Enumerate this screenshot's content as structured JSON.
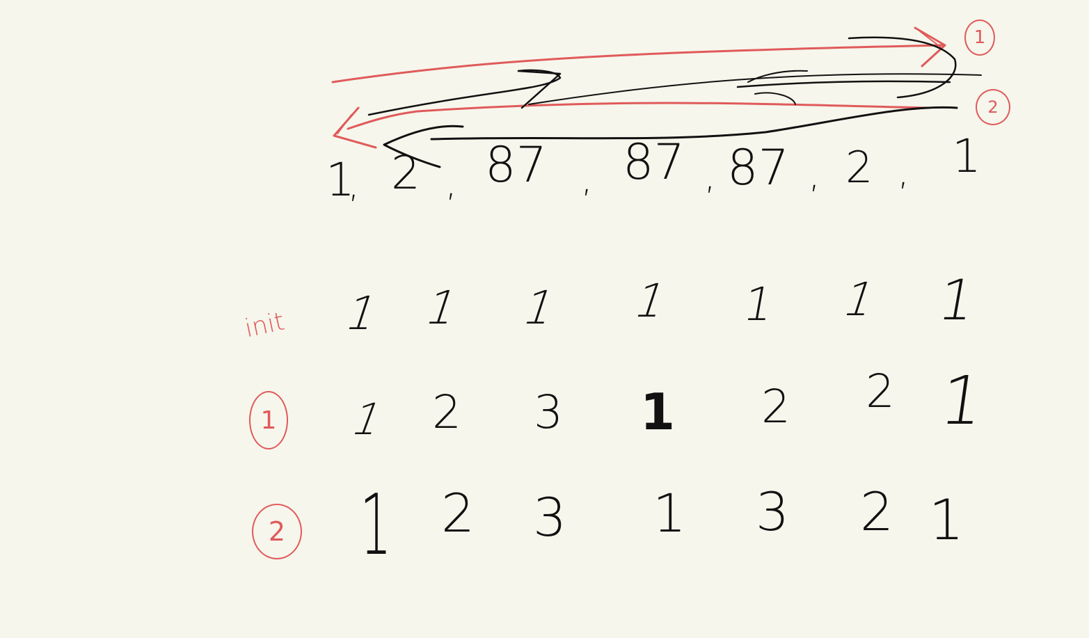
{
  "array_values": [
    "1",
    "2",
    "87",
    "87",
    "87",
    "2",
    "1"
  ],
  "array_separator": ",",
  "pass_markers": {
    "forward": "1",
    "backward": "2"
  },
  "rows": [
    {
      "label": "init",
      "label_color": "#e05a5a",
      "circled": false,
      "values": [
        "1",
        "1",
        "1",
        "1",
        "1",
        "1",
        "1"
      ]
    },
    {
      "label": "1",
      "label_color": "#e05a5a",
      "circled": true,
      "values": [
        "1",
        "2",
        "3",
        "1",
        "2",
        "2",
        "1"
      ]
    },
    {
      "label": "2",
      "label_color": "#e05a5a",
      "circled": true,
      "values": [
        "1",
        "2",
        "3",
        "1",
        "3",
        "2",
        "1"
      ]
    }
  ],
  "colors": {
    "background": "#f6f6ec",
    "ink": "#111111",
    "accent": "#e05a5a"
  },
  "icons": {
    "forward_arrow": "arrow-right-icon",
    "backward_arrow": "arrow-left-icon"
  }
}
